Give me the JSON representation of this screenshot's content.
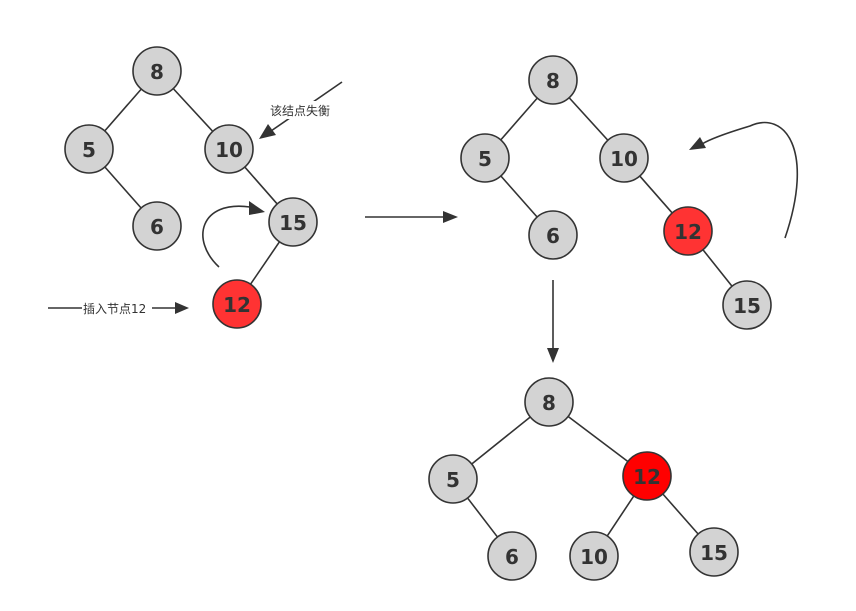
{
  "colors": {
    "node_fill": "#d3d3d3",
    "node_stroke": "#333333",
    "highlight_fill": "#ff3333",
    "highlight_fill_strong": "#ff0000",
    "edge": "#333333",
    "text": "#333333",
    "background": "#ffffff"
  },
  "annotations": {
    "unbalanced_node": "该结点失衡",
    "insert_node": "插入节点12"
  },
  "trees": [
    {
      "id": "initial",
      "nodes": [
        {
          "id": "a8",
          "label": "8",
          "highlight": false
        },
        {
          "id": "a5",
          "label": "5",
          "highlight": false
        },
        {
          "id": "a10",
          "label": "10",
          "highlight": false
        },
        {
          "id": "a6",
          "label": "6",
          "highlight": false
        },
        {
          "id": "a15",
          "label": "15",
          "highlight": false
        },
        {
          "id": "a12",
          "label": "12",
          "highlight": true
        }
      ],
      "edges": [
        [
          "a8",
          "a5"
        ],
        [
          "a8",
          "a10"
        ],
        [
          "a5",
          "a6"
        ],
        [
          "a10",
          "a15"
        ],
        [
          "a15",
          "a12"
        ]
      ]
    },
    {
      "id": "after-right-rotation",
      "nodes": [
        {
          "id": "b8",
          "label": "8",
          "highlight": false
        },
        {
          "id": "b5",
          "label": "5",
          "highlight": false
        },
        {
          "id": "b10",
          "label": "10",
          "highlight": false
        },
        {
          "id": "b6",
          "label": "6",
          "highlight": false
        },
        {
          "id": "b12",
          "label": "12",
          "highlight": true
        },
        {
          "id": "b15",
          "label": "15",
          "highlight": false
        }
      ],
      "edges": [
        [
          "b8",
          "b5"
        ],
        [
          "b8",
          "b10"
        ],
        [
          "b5",
          "b6"
        ],
        [
          "b10",
          "b12"
        ],
        [
          "b12",
          "b15"
        ]
      ]
    },
    {
      "id": "balanced",
      "nodes": [
        {
          "id": "c8",
          "label": "8",
          "highlight": false
        },
        {
          "id": "c5",
          "label": "5",
          "highlight": false
        },
        {
          "id": "c12",
          "label": "12",
          "highlight": "strong"
        },
        {
          "id": "c6",
          "label": "6",
          "highlight": false
        },
        {
          "id": "c10",
          "label": "10",
          "highlight": false
        },
        {
          "id": "c15",
          "label": "15",
          "highlight": false
        }
      ],
      "edges": [
        [
          "c8",
          "c5"
        ],
        [
          "c8",
          "c12"
        ],
        [
          "c5",
          "c6"
        ],
        [
          "c12",
          "c10"
        ],
        [
          "c12",
          "c15"
        ]
      ]
    }
  ]
}
